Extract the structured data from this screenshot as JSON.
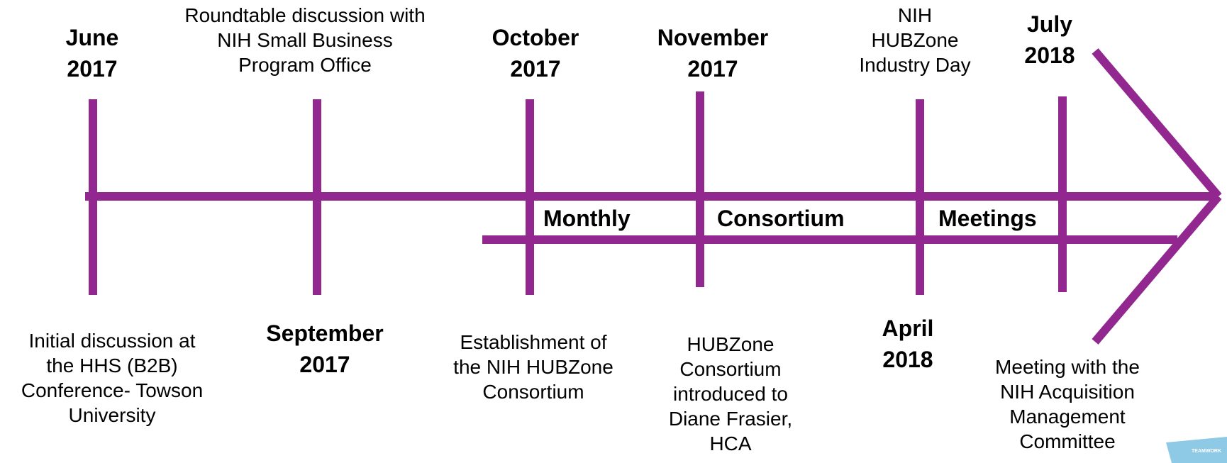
{
  "timeline": {
    "colors": {
      "line": "#92278F",
      "text": "#000000",
      "logo": "#8ecae6"
    },
    "dates": {
      "june_2017": [
        "June",
        "2017"
      ],
      "september_2017": [
        "September",
        "2017"
      ],
      "october_2017": [
        "October",
        "2017"
      ],
      "november_2017": [
        "November",
        "2017"
      ],
      "april_2018": [
        "April",
        "2018"
      ],
      "july_2018": [
        "July",
        "2018"
      ]
    },
    "events": {
      "june_2017": [
        "Initial discussion at",
        "the HHS (B2B)",
        "Conference- Towson",
        "University"
      ],
      "september_2017": [
        "Roundtable discussion with",
        "NIH Small Business",
        "Program Office"
      ],
      "october_2017": [
        "Establishment of",
        "the NIH HUBZone",
        "Consortium"
      ],
      "november_2017": [
        "HUBZone",
        "Consortium",
        "introduced to",
        "Diane Frasier,",
        "HCA"
      ],
      "april_2018": [
        "NIH",
        "HUBZone",
        "Industry Day"
      ],
      "july_2018": [
        "Meeting with the",
        "NIH Acquisition",
        "Management",
        "Committee"
      ]
    },
    "band": {
      "word1": "Monthly",
      "word2": "Consortium",
      "word3": "Meetings"
    },
    "logo_text": "TEAMWORK"
  }
}
